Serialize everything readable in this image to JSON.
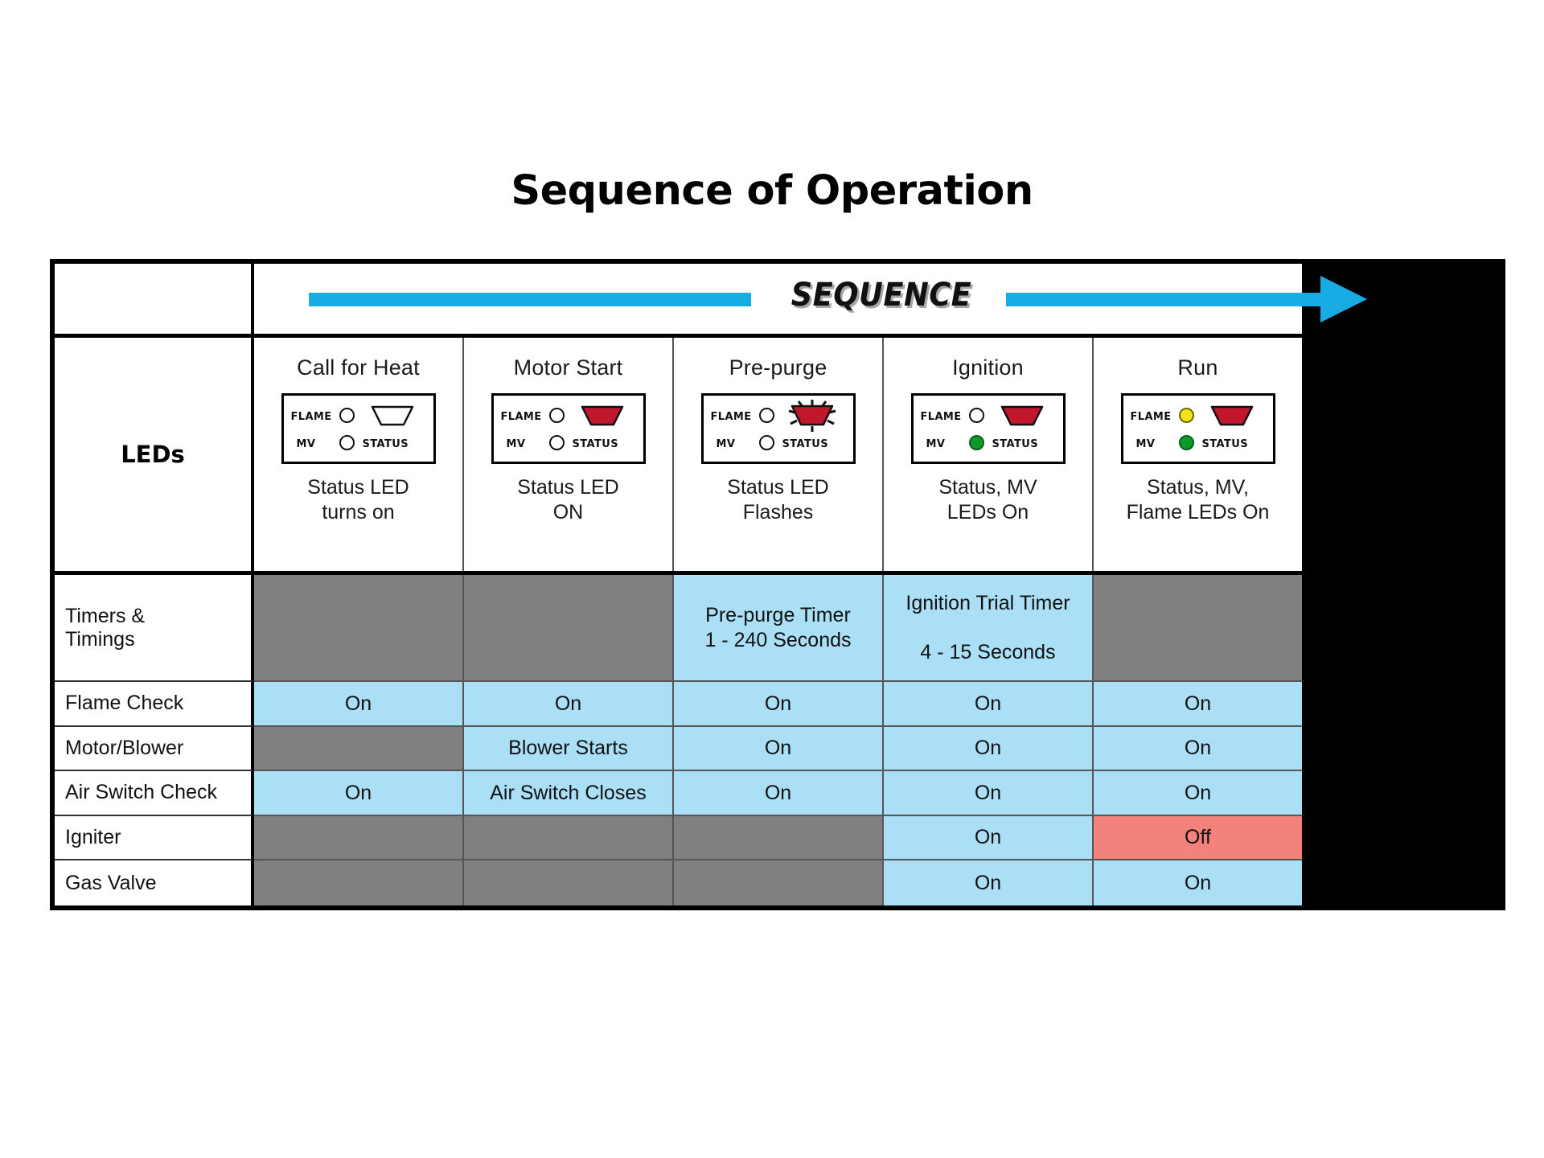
{
  "title": "Sequence of Operation",
  "colors": {
    "accent_blue": "#18ABE4",
    "cell_blue": "#AADFF5",
    "cell_gray": "#808080",
    "cell_red": "#F4827C",
    "led_red": "#C0172B",
    "led_green": "#0C9A28",
    "led_yellow": "#F2E41B"
  },
  "header": {
    "sequence_label": "SEQUENCE",
    "corner_label": ""
  },
  "leds_row": {
    "label": "LEDs",
    "panel_labels": {
      "flame": "FLAME",
      "mv": "MV",
      "status": "STATUS"
    },
    "columns": [
      {
        "title": "Call for Heat",
        "flame_state": "off",
        "mv_state": "off",
        "status_state": "off",
        "caption": "Status LED\nturns on"
      },
      {
        "title": "Motor Start",
        "flame_state": "off",
        "mv_state": "off",
        "status_state": "on",
        "caption": "Status LED\nON"
      },
      {
        "title": "Pre-purge",
        "flame_state": "off",
        "mv_state": "off",
        "status_state": "flashing",
        "caption": "Status LED\nFlashes"
      },
      {
        "title": "Ignition",
        "flame_state": "off",
        "mv_state": "green",
        "status_state": "on",
        "caption": "Status, MV\nLEDs On"
      },
      {
        "title": "Run",
        "flame_state": "yellow",
        "mv_state": "green",
        "status_state": "on",
        "caption": "Status, MV,\nFlame LEDs On"
      }
    ]
  },
  "rows": [
    {
      "label": "Timers & Timings",
      "height": "tall",
      "cells": [
        {
          "text": "",
          "fill": "gray"
        },
        {
          "text": "",
          "fill": "gray"
        },
        {
          "text": "Pre-purge Timer\n1 - 240 Seconds",
          "fill": "blue"
        },
        {
          "text": "Ignition Trial Timer\n\n4 - 15 Seconds",
          "fill": "blue"
        },
        {
          "text": "",
          "fill": "gray"
        }
      ]
    },
    {
      "label": "Flame Check",
      "height": "short",
      "cells": [
        {
          "text": "On",
          "fill": "blue"
        },
        {
          "text": "On",
          "fill": "blue"
        },
        {
          "text": "On",
          "fill": "blue"
        },
        {
          "text": "On",
          "fill": "blue"
        },
        {
          "text": "On",
          "fill": "blue"
        }
      ]
    },
    {
      "label": "Motor/Blower",
      "height": "short",
      "cells": [
        {
          "text": "",
          "fill": "gray"
        },
        {
          "text": "Blower Starts",
          "fill": "blue"
        },
        {
          "text": "On",
          "fill": "blue"
        },
        {
          "text": "On",
          "fill": "blue"
        },
        {
          "text": "On",
          "fill": "blue"
        }
      ]
    },
    {
      "label": "Air Switch Check",
      "height": "short",
      "cells": [
        {
          "text": "On",
          "fill": "blue"
        },
        {
          "text": "Air Switch Closes",
          "fill": "blue"
        },
        {
          "text": "On",
          "fill": "blue"
        },
        {
          "text": "On",
          "fill": "blue"
        },
        {
          "text": "On",
          "fill": "blue"
        }
      ]
    },
    {
      "label": "Igniter",
      "height": "short",
      "cells": [
        {
          "text": "",
          "fill": "gray"
        },
        {
          "text": "",
          "fill": "gray"
        },
        {
          "text": "",
          "fill": "gray"
        },
        {
          "text": "On",
          "fill": "blue"
        },
        {
          "text": "Off",
          "fill": "red"
        }
      ]
    },
    {
      "label": "Gas Valve",
      "height": "short",
      "cells": [
        {
          "text": "",
          "fill": "gray"
        },
        {
          "text": "",
          "fill": "gray"
        },
        {
          "text": "",
          "fill": "gray"
        },
        {
          "text": "On",
          "fill": "blue"
        },
        {
          "text": "On",
          "fill": "blue"
        }
      ]
    }
  ]
}
